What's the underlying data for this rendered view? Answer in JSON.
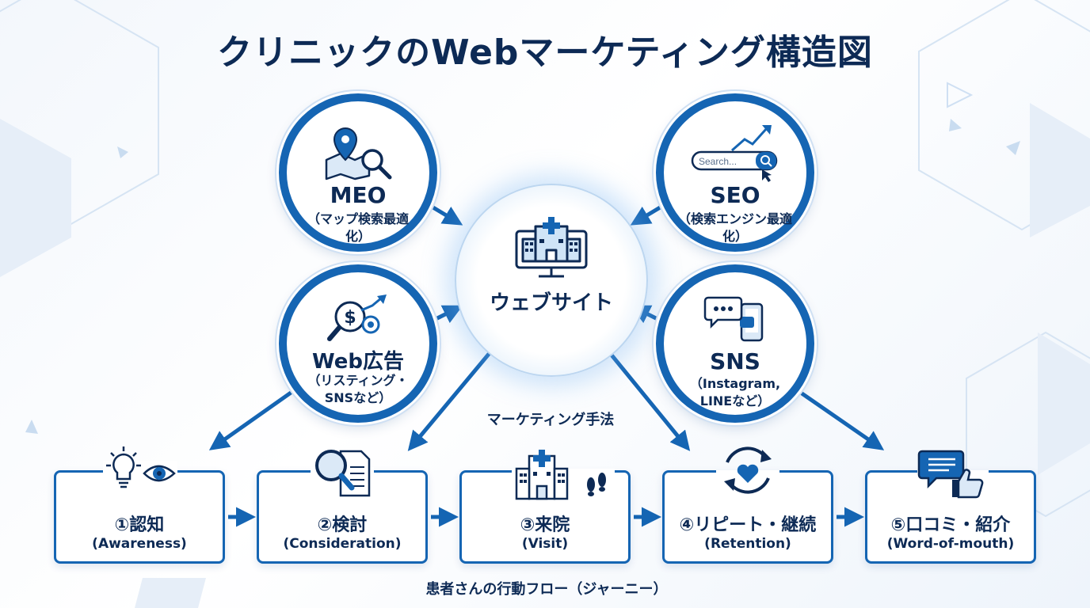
{
  "title": "クリニックのWebマーケティング構造図",
  "center": {
    "label": "ウェブサイト",
    "icon": "hospital-monitor-icon"
  },
  "methods": [
    {
      "id": "meo",
      "title": "MEO",
      "sub": "（マップ検索最適化）",
      "icon": "map-pin-search-icon"
    },
    {
      "id": "seo",
      "title": "SEO",
      "sub": "（検索エンジン最適化）",
      "icon": "search-bar-chart-icon",
      "search_placeholder": "Search..."
    },
    {
      "id": "ads",
      "title": "Web広告",
      "sub": "（リスティング・SNSなど）",
      "icon": "dollar-target-icon"
    },
    {
      "id": "sns",
      "title": "SNS",
      "sub": "（Instagram, LINEなど）",
      "icon": "chat-phone-icon"
    }
  ],
  "methods_label": "マーケティング手法",
  "journey": [
    {
      "title": "①認知",
      "sub": "(Awareness)",
      "icon": "lightbulb-eye-icon"
    },
    {
      "title": "②検討",
      "sub": "(Consideration)",
      "icon": "magnifier-document-icon"
    },
    {
      "title": "③来院",
      "sub": "(Visit)",
      "icon": "hospital-footprints-icon"
    },
    {
      "title": "④リピート・継続",
      "sub": "(Retention)",
      "icon": "heart-cycle-icon"
    },
    {
      "title": "⑤口コミ・紹介",
      "sub": "(Word-of-mouth)",
      "icon": "chat-thumbsup-icon"
    }
  ],
  "journey_label": "患者さんの行動フロー（ジャーニー）",
  "colors": {
    "primary": "#1565b3",
    "dark": "#0d2a55",
    "light": "#cfe0f3"
  }
}
